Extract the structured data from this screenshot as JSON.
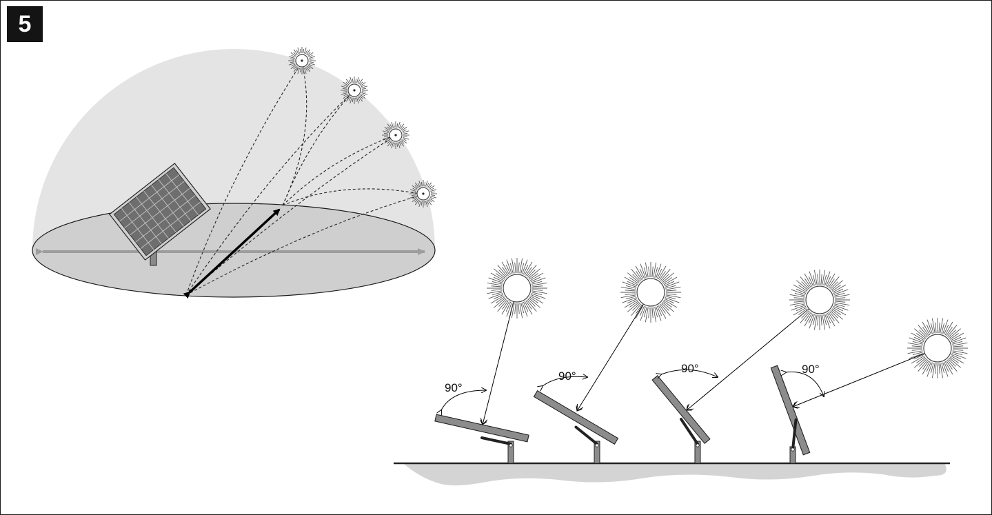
{
  "figure": {
    "number": "5"
  },
  "sky_dome": {
    "sun_positions": 4,
    "colors": {
      "dome": "#e4e4e4",
      "ground_disc": "#cfcfcf",
      "axis": "#9d9d9d",
      "panel": "#8a8a8a"
    }
  },
  "tracking_panels": [
    {
      "angle_label": "90°"
    },
    {
      "angle_label": "90°"
    },
    {
      "angle_label": "90°"
    },
    {
      "angle_label": "90°"
    }
  ],
  "colors": {
    "panel_fill": "#8c8c8c",
    "ground": "#d4d4d4",
    "outline": "#222222"
  }
}
